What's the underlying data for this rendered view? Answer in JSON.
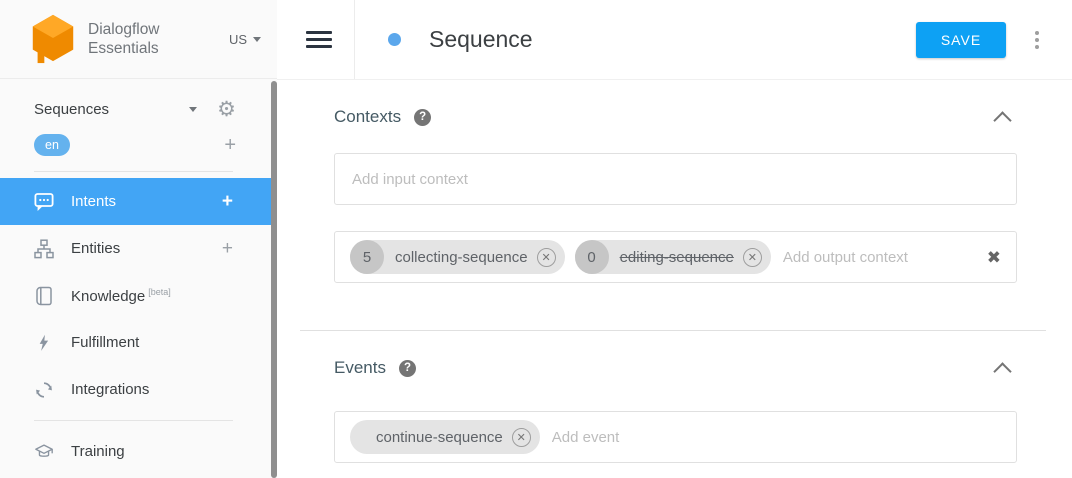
{
  "brand": {
    "line1": "Dialogflow",
    "line2": "Essentials",
    "region": "US"
  },
  "agent": {
    "name": "Sequences",
    "language": "en",
    "add_language_label": "+"
  },
  "sidebar": {
    "items": [
      {
        "label": "Intents",
        "icon": "chat-bubble-icon",
        "add_label": "+",
        "selected": true
      },
      {
        "label": "Entities",
        "icon": "org-chart-icon",
        "add_label": "+",
        "selected": false
      },
      {
        "label": "Knowledge",
        "badge": "[beta]",
        "icon": "book-icon",
        "selected": false
      },
      {
        "label": "Fulfillment",
        "icon": "lightning-icon",
        "selected": false
      },
      {
        "label": "Integrations",
        "icon": "sync-icon",
        "selected": false
      },
      {
        "label": "Training",
        "icon": "graduation-cap-icon",
        "selected": false
      }
    ]
  },
  "header": {
    "title": "Sequence",
    "save_label": "SAVE"
  },
  "contexts": {
    "title": "Contexts",
    "help_glyph": "?",
    "input_placeholder": "Add input context",
    "output_placeholder": "Add output context",
    "output_chips": [
      {
        "lifespan": "5",
        "name": "collecting-sequence",
        "expired": false,
        "remove_glyph": "✕"
      },
      {
        "lifespan": "0",
        "name": "editing-sequence",
        "expired": true,
        "remove_glyph": "✕"
      }
    ],
    "clear_glyph": "✖"
  },
  "events": {
    "title": "Events",
    "help_glyph": "?",
    "placeholder": "Add event",
    "chips": [
      {
        "name": "continue-sequence",
        "remove_glyph": "✕"
      }
    ]
  },
  "colors": {
    "accent_blue": "#0DA1F4",
    "selected_item_blue": "#42A5F5",
    "language_chip_blue": "#64B2EE",
    "status_dot_blue": "#5BA7EC",
    "logo_orange": "#EF8A00",
    "logo_orange_light": "#FFA826",
    "chip_gray": "#E4E4E4"
  }
}
